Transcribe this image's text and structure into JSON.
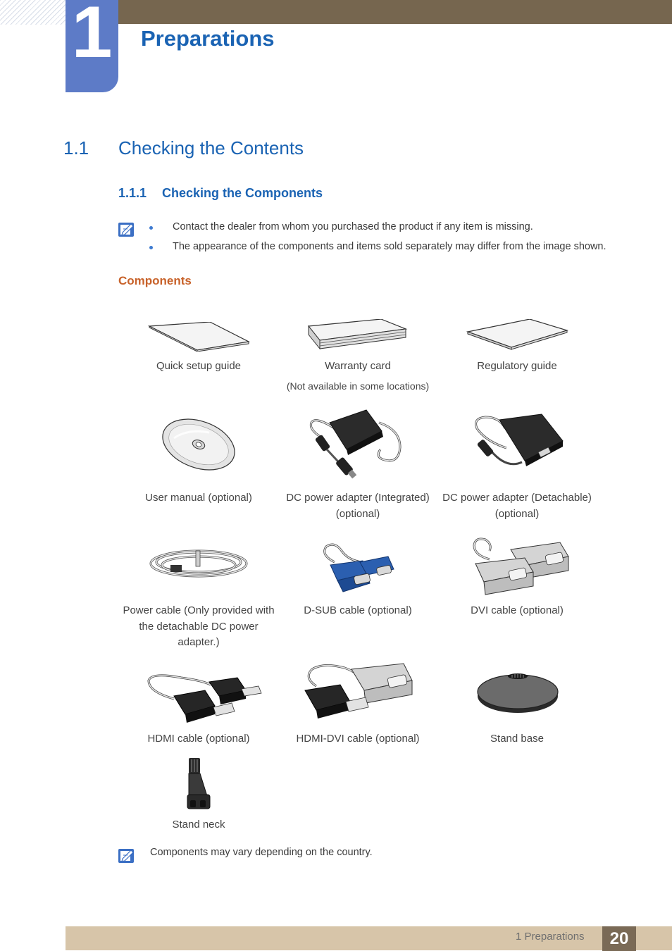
{
  "chapter": {
    "number": "1",
    "title": "Preparations"
  },
  "section": {
    "number": "1.1",
    "title": "Checking the Contents"
  },
  "subsection": {
    "number": "1.1.1",
    "title": "Checking the Components"
  },
  "notes": [
    "Contact the dealer from whom you purchased the product if any item is missing.",
    "The appearance of the components and items sold separately may differ from the image shown."
  ],
  "components_heading": "Components",
  "items": [
    {
      "caption": "Quick setup guide",
      "icon": "booklet-icon"
    },
    {
      "caption": "Warranty card",
      "subcaption": "(Not available in some locations)",
      "icon": "card-icon"
    },
    {
      "caption": "Regulatory guide",
      "icon": "booklet-icon"
    },
    {
      "caption": "User manual (optional)",
      "icon": "cd-icon"
    },
    {
      "caption": "DC power adapter (Integrated) (optional)",
      "icon": "power-adapter-icon"
    },
    {
      "caption": "DC power adapter (Detachable) (optional)",
      "icon": "power-adapter-icon"
    },
    {
      "caption": "Power cable (Only provided with the detachable DC power adapter.)",
      "icon": "power-cable-icon"
    },
    {
      "caption": "D-SUB cable (optional)",
      "icon": "dsub-cable-icon"
    },
    {
      "caption": "DVI cable (optional)",
      "icon": "dvi-cable-icon"
    },
    {
      "caption": "HDMI cable (optional)",
      "icon": "hdmi-cable-icon"
    },
    {
      "caption": "HDMI-DVI cable (optional)",
      "icon": "hdmi-dvi-cable-icon"
    },
    {
      "caption": "Stand base",
      "icon": "stand-base-icon"
    },
    {
      "caption": "Stand neck",
      "icon": "stand-neck-icon"
    }
  ],
  "bottom_note": "Components may vary depending on the country.",
  "footer": {
    "label": "1 Preparations",
    "page": "20"
  },
  "colors": {
    "heading_blue": "#1a63b3",
    "chapter_tab": "#5d7bc7",
    "top_bar": "#76664f",
    "components_orange": "#c8622a",
    "footer_bar": "#d7c5a9"
  }
}
